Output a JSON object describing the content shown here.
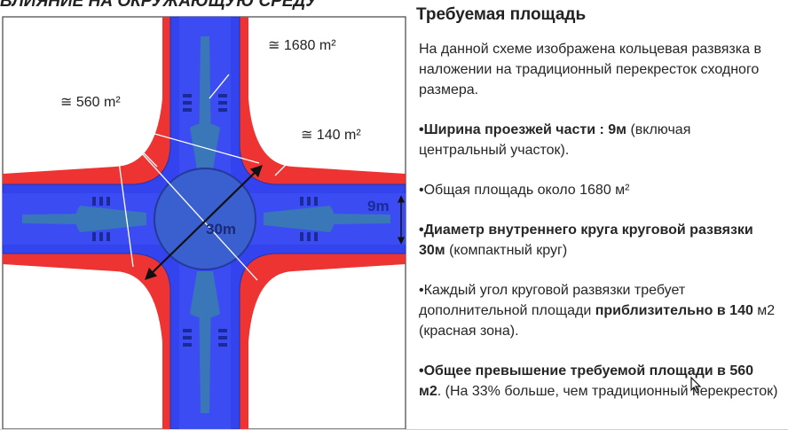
{
  "header": {
    "cut_title": "ВЛИЯНИЕ НА ОКРУЖАЮЩУЮ СРЕДУ"
  },
  "diagram": {
    "labels": {
      "area_total": "≅ 1680 m²",
      "area_extra": "≅ 560 m²",
      "area_corner": "≅ 140 m²",
      "width": "9m",
      "diameter": "30m"
    }
  },
  "panel": {
    "title": "Требуемая площадь",
    "intro": "На данной схеме изображена кольцевая развязка в наложении на традиционный перекресток сходного размера.",
    "width_bold": "•Ширина проезжей части : 9м",
    "width_rest": " (включая центральный участок).",
    "area_text": "•Общая площадь около 1680 м²",
    "diameter_bold": "•Диаметр внутреннего круга круговой развязки 30м",
    "diameter_rest": " (компактный круг)",
    "corner_lead": "•Каждый угол круговой развязки требует дополнительной площади ",
    "corner_bold": "приблизительно в 140",
    "corner_unit": " м2",
    "corner_rest": " (красная зона).",
    "excess_bold": "•Общее превышение требуемой площади в 560 м2",
    "excess_rest": ". (На 33% больше, чем традиционный перекресток)"
  },
  "colors": {
    "red": "#ee3333",
    "blue": "#3344ee",
    "dark_blue": "#2233aa",
    "teal": "#3a77b8"
  }
}
